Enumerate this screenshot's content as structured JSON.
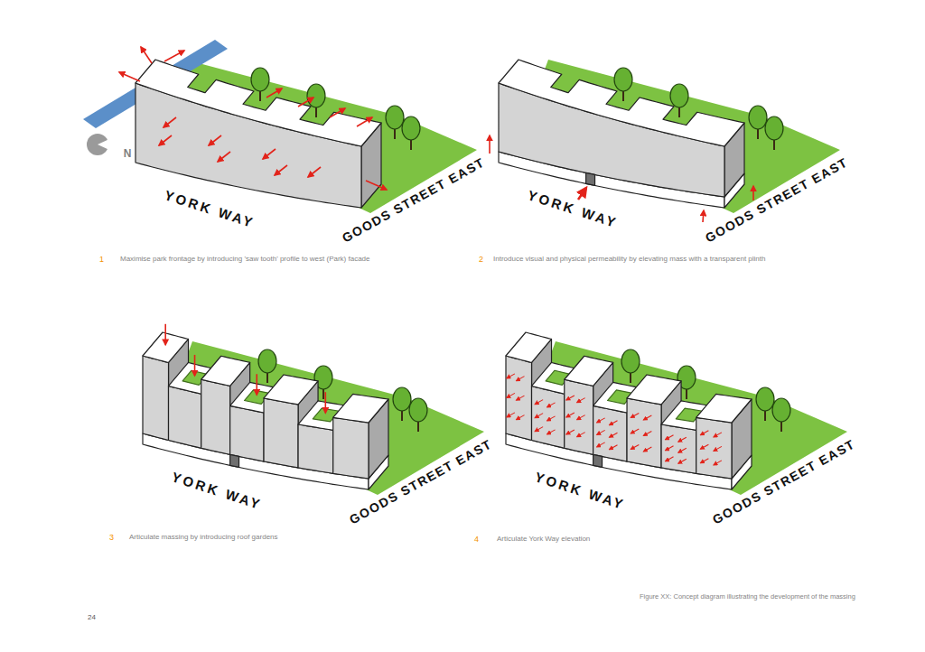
{
  "diagram": {
    "caption": "Figure XX: Concept diagram illustrating the development of the massing",
    "labels": [
      "N",
      "YORK WAY",
      "GOODS STREET EAST",
      "YORK WAY",
      "GOODS STREET EAST",
      "1",
      "Maximise park frontage by introducing 'saw tooth' profile to west (Park) facade",
      "2",
      "Introduce visual and physical permeability by elevating mass with a transparent plinth",
      "YORK WAY",
      "GOODS STREET EAST",
      "YORK WAY",
      "GOODS STREET EAST",
      "3",
      "Articulate massing by introducing roof gardens",
      "4",
      "Articulate York Way elevation",
      "24"
    ]
  }
}
